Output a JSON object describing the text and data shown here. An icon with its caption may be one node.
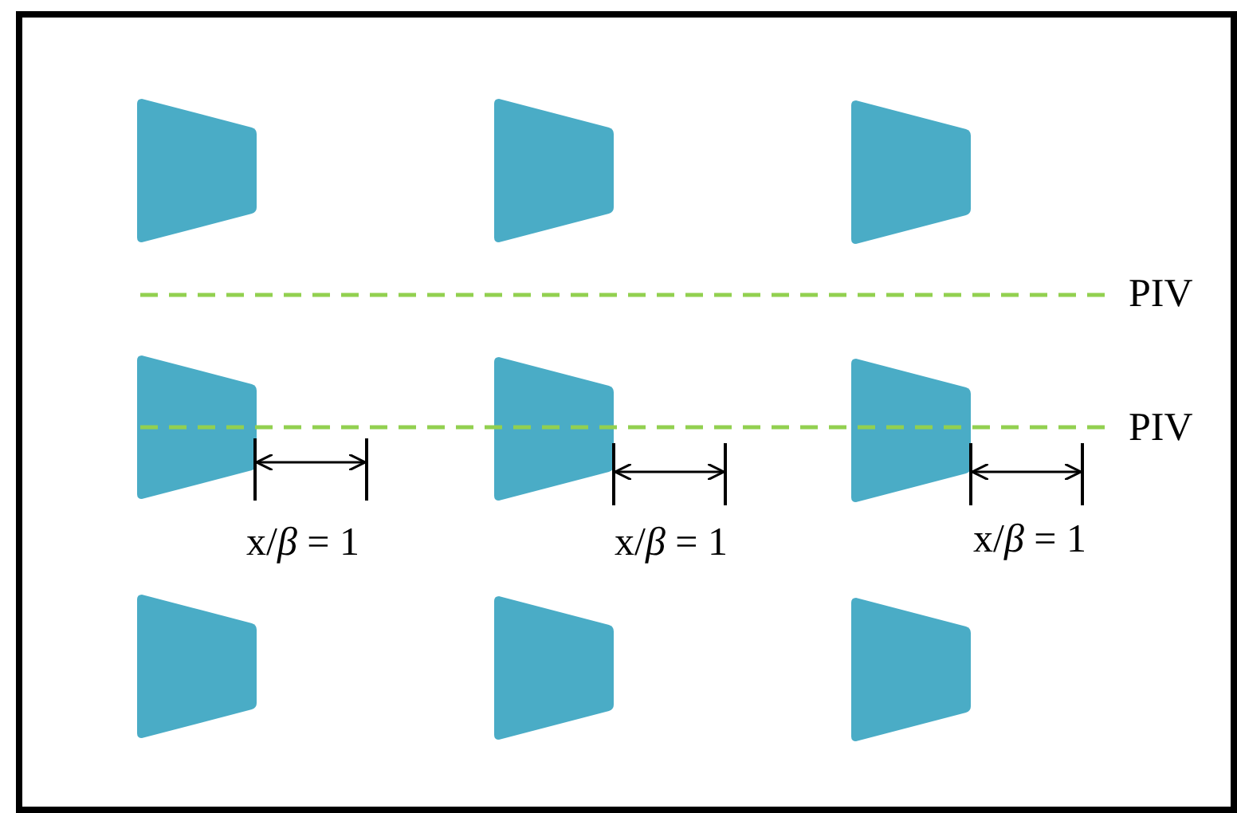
{
  "diagram": {
    "nodes": [
      {
        "text": [],
        "shape": "trapezoid"
      },
      {
        "text": [],
        "shape": "trapezoid"
      },
      {
        "text": [],
        "shape": "trapezoid"
      },
      {
        "text": [],
        "shape": "trapezoid"
      },
      {
        "text": [],
        "shape": "trapezoid"
      },
      {
        "text": [],
        "shape": "trapezoid"
      },
      {
        "text": [],
        "shape": "trapezoid"
      },
      {
        "text": [],
        "shape": "trapezoid"
      },
      {
        "text": [],
        "shape": "trapezoid"
      }
    ],
    "labels": [
      "PIV",
      "PIV",
      "x/*β* = 1",
      "x/*β* = 1",
      "x/*β* = 1"
    ]
  }
}
